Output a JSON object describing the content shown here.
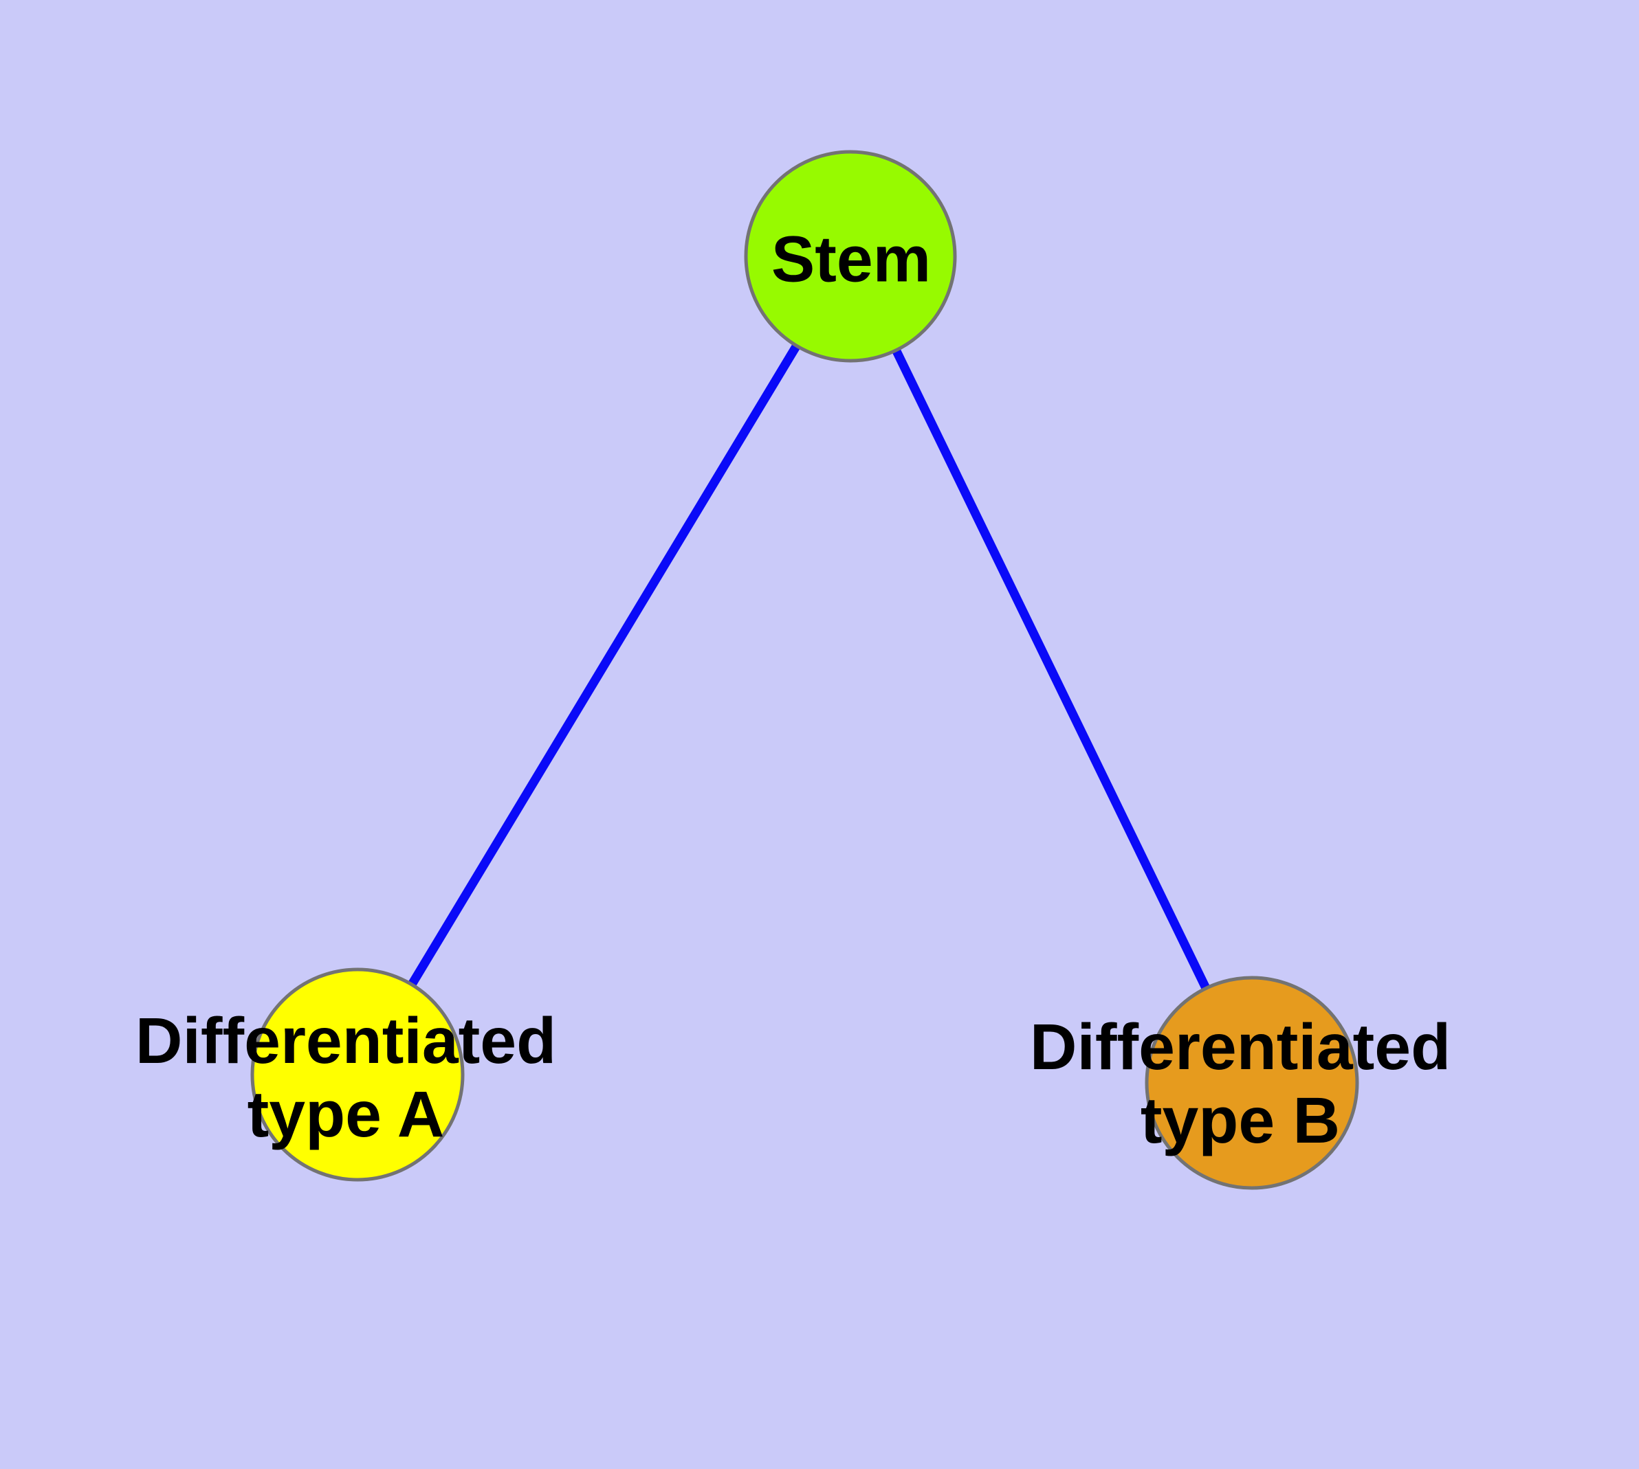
{
  "diagram": {
    "background_color": "#CACAF9",
    "edge_color": "#0A0AF8",
    "node_border_color": "#737373",
    "text_color": "#000000",
    "nodes": [
      {
        "id": "stem",
        "label_lines": [
          "Stem"
        ],
        "fill": "#97FA00"
      },
      {
        "id": "differentiated-type-a",
        "label_lines": [
          "Differentiated",
          "type A"
        ],
        "fill": "#FFFF00"
      },
      {
        "id": "differentiated-type-b",
        "label_lines": [
          "Differentiated",
          "type B"
        ],
        "fill": "#E69B1E"
      }
    ],
    "edges": [
      {
        "from": "stem",
        "to": "differentiated-type-a"
      },
      {
        "from": "stem",
        "to": "differentiated-type-b"
      }
    ]
  }
}
